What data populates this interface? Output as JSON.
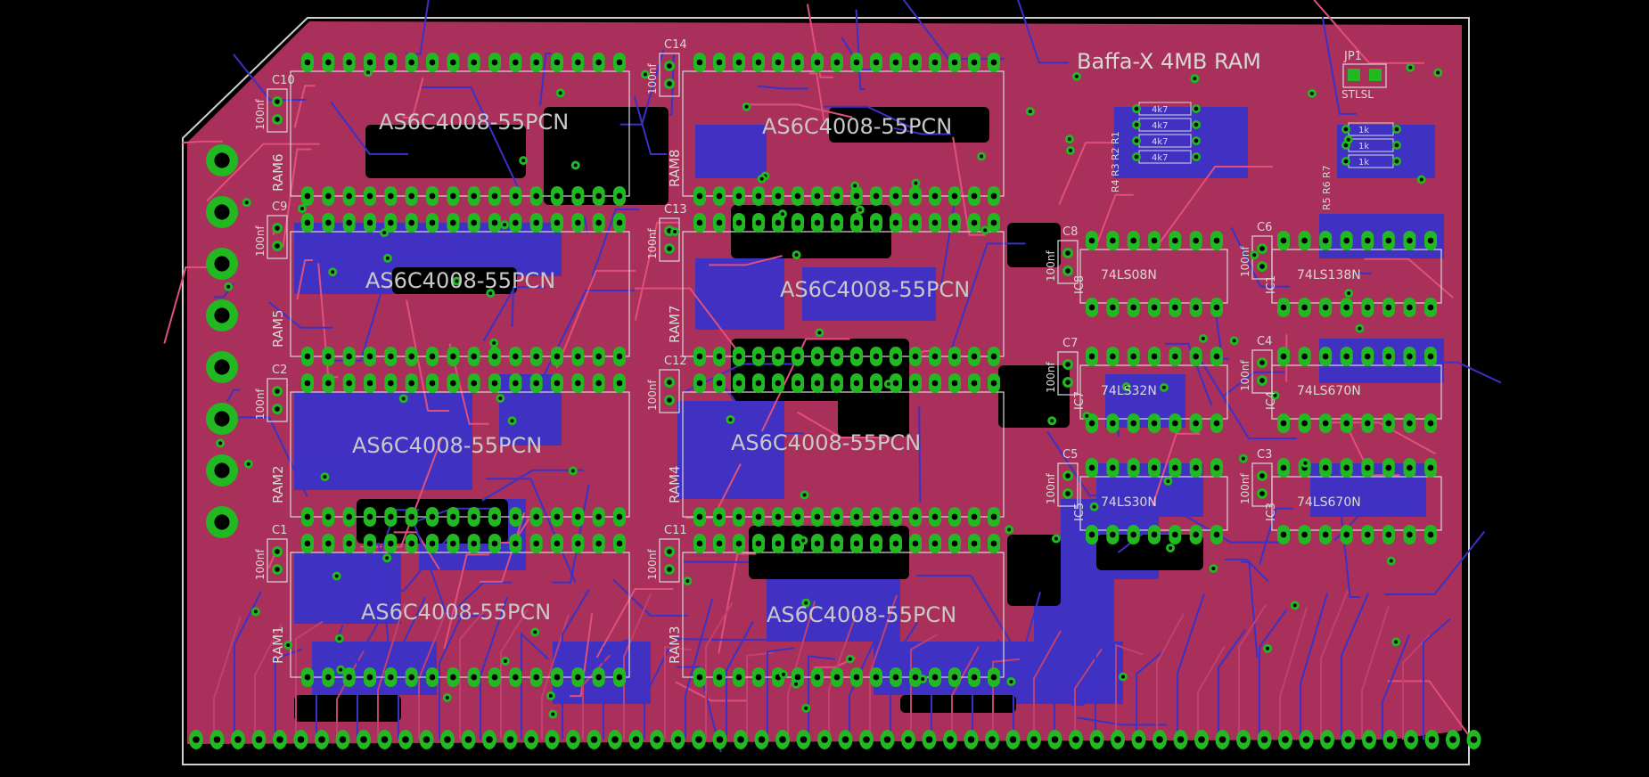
{
  "board": {
    "title": "Baffa-X 4MB RAM",
    "colors": {
      "background": "#000000",
      "top_copper": "#a8305a",
      "bottom_copper": "#3a32c8",
      "pad_ring": "#22b822",
      "pad_hole": "#000000",
      "silkscreen": "#d8d8d8",
      "outline": "#d0d0d0"
    }
  },
  "rams": [
    {
      "ref": "RAM6",
      "value": "AS6C4008-55PCN"
    },
    {
      "ref": "RAM8",
      "value": "AS6C4008-55PCN"
    },
    {
      "ref": "RAM5",
      "value": "AS6C4008-55PCN"
    },
    {
      "ref": "RAM7",
      "value": "AS6C4008-55PCN"
    },
    {
      "ref": "RAM2",
      "value": "AS6C4008-55PCN"
    },
    {
      "ref": "RAM4",
      "value": "AS6C4008-55PCN"
    },
    {
      "ref": "RAM1",
      "value": "AS6C4008-55PCN"
    },
    {
      "ref": "RAM3",
      "value": "AS6C4008-55PCN"
    }
  ],
  "ics": [
    {
      "ref": "IC8",
      "value": "74LS08N"
    },
    {
      "ref": "IC1",
      "value": "74LS138N"
    },
    {
      "ref": "IC7",
      "value": "74LS32N"
    },
    {
      "ref": "IC4",
      "value": "74LS670N"
    },
    {
      "ref": "IC5",
      "value": "74LS30N"
    },
    {
      "ref": "IC3",
      "value": "74LS670N"
    }
  ],
  "caps": [
    {
      "ref": "C10",
      "value": "100nf"
    },
    {
      "ref": "C14",
      "value": "100nf"
    },
    {
      "ref": "C9",
      "value": "100nf"
    },
    {
      "ref": "C13",
      "value": "100nf"
    },
    {
      "ref": "C2",
      "value": "100nf"
    },
    {
      "ref": "C12",
      "value": "100nf"
    },
    {
      "ref": "C1",
      "value": "100nf"
    },
    {
      "ref": "C11",
      "value": "100nf"
    },
    {
      "ref": "C8",
      "value": "100nf"
    },
    {
      "ref": "C6",
      "value": "100nf"
    },
    {
      "ref": "C7",
      "value": "100nf"
    },
    {
      "ref": "C4",
      "value": "100nf"
    },
    {
      "ref": "C5",
      "value": "100nf"
    },
    {
      "ref": "C3",
      "value": "100nf"
    }
  ],
  "resistors_left": {
    "refs": [
      "R1",
      "R2",
      "R3",
      "R4"
    ],
    "value": "4k7"
  },
  "resistors_right": {
    "refs": [
      "R7",
      "R6",
      "R5"
    ],
    "value": "1k"
  },
  "jumper": {
    "ref": "JP1",
    "value": "STLSL"
  }
}
